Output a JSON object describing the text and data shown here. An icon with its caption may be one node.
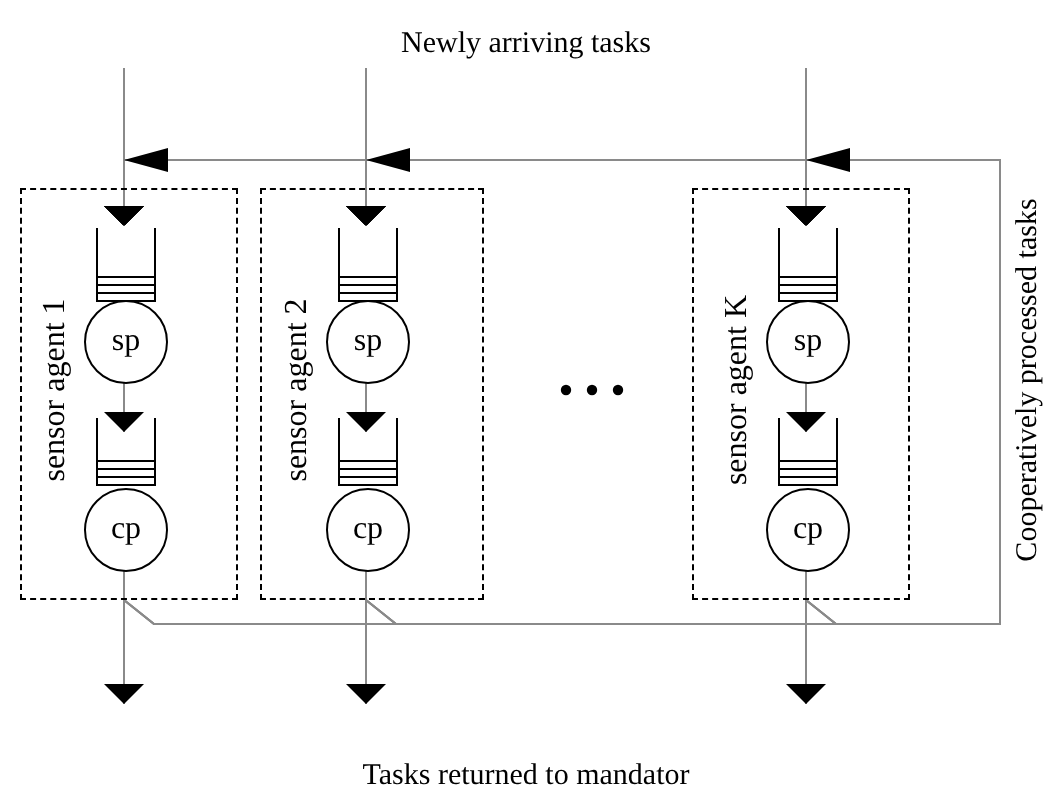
{
  "diagram": {
    "nodes": [
      {
        "text": [
          "sensor agent 1"
        ]
      },
      {
        "text": [],
        "shape": "queue",
        "in": 0
      },
      {
        "text": [
          "sp"
        ],
        "in": 0
      },
      {
        "text": [],
        "shape": "queue",
        "in": 0
      },
      {
        "text": [
          "cp"
        ],
        "in": 0
      },
      {
        "text": [
          "sensor agent 2"
        ]
      },
      {
        "text": [],
        "shape": "queue",
        "in": 5
      },
      {
        "text": [
          "sp"
        ],
        "in": 5
      },
      {
        "text": [],
        "shape": "queue",
        "in": 5
      },
      {
        "text": [
          "cp"
        ],
        "in": 5
      },
      {
        "text": [
          "sensor agent K"
        ]
      },
      {
        "text": [],
        "shape": "queue",
        "in": 10
      },
      {
        "text": [
          "sp"
        ],
        "in": 10
      },
      {
        "text": [],
        "shape": "queue",
        "in": 10
      },
      {
        "text": [
          "cp"
        ],
        "in": 10
      }
    ],
    "edges": [
      {
        "from": null,
        "to": 1,
        "arrow": "to"
      },
      {
        "from": null,
        "to": 6,
        "arrow": "to"
      },
      {
        "from": null,
        "to": 11,
        "arrow": "to"
      },
      {
        "from": 2,
        "to": 3,
        "arrow": "to"
      },
      {
        "from": 7,
        "to": 8,
        "arrow": "to"
      },
      {
        "from": 12,
        "to": 13,
        "arrow": "to"
      },
      {
        "from": 4,
        "to": null,
        "arrow": "to"
      },
      {
        "from": 9,
        "to": null,
        "arrow": "to"
      },
      {
        "from": 14,
        "to": null,
        "arrow": "to"
      },
      {
        "from": 4,
        "to": 1,
        "arrow": "to"
      },
      {
        "from": 4,
        "to": 6,
        "arrow": "to"
      },
      {
        "from": 4,
        "to": 11,
        "arrow": "to"
      },
      {
        "from": 9,
        "to": 1,
        "arrow": "to"
      },
      {
        "from": 9,
        "to": 6,
        "arrow": "to"
      },
      {
        "from": 9,
        "to": 11,
        "arrow": "to"
      },
      {
        "from": 14,
        "to": 1,
        "arrow": "to"
      },
      {
        "from": 14,
        "to": 6,
        "arrow": "to"
      },
      {
        "from": 14,
        "to": 11,
        "arrow": "to"
      }
    ],
    "labels": [
      "Newly arriving tasks",
      "Cooperatively processed tasks",
      "Tasks returned to mandator"
    ]
  }
}
